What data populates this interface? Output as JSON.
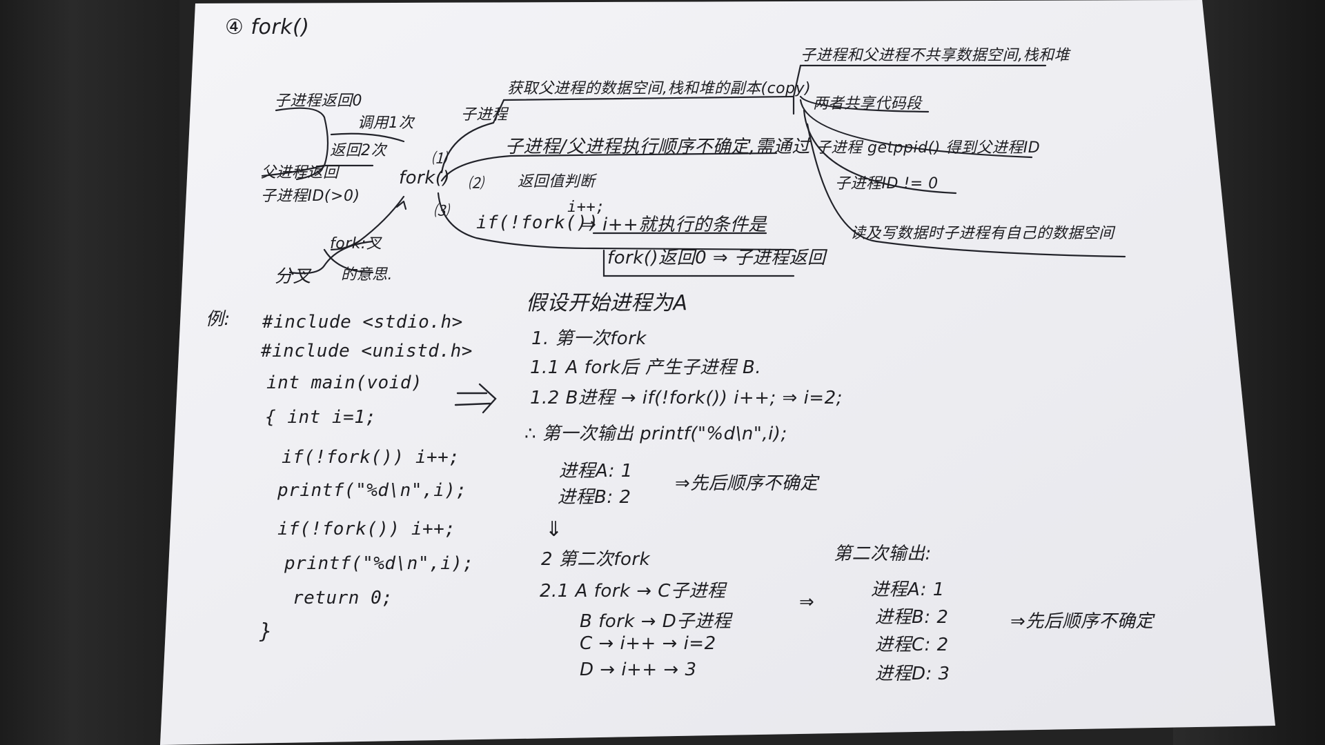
{
  "title": "④ fork()",
  "mindmap": {
    "center": "fork()",
    "left": {
      "child_return": "子进程返回0",
      "call_once": "调用1次",
      "return_twice": "返回2次",
      "parent_return": "父进程返回",
      "child_pid": "子进程ID(>0)",
      "fork_fork": "fork:叉",
      "branch": "分叉",
      "meaning": "的意思."
    },
    "right": {
      "n1": "⑴",
      "n2": "⑵",
      "n3": "⑶",
      "child_label": "子进程",
      "get_copy": "获取父进程的数据空间,栈和堆的副本(copy)",
      "order": "子进程/父进程执行顺序不确定,需通过",
      "return_check": "返回值判断",
      "ifnotfork": "if(!fork())",
      "ipp": "i++;",
      "ipp_arrow": "⇒ i++就执行的条件是",
      "fork_ret0": "fork()返回0 ⇒ 子进程返回",
      "no_share": "子进程和父进程不共享数据空间,栈和堆",
      "share_code": "两者共享代码段",
      "getppid": "子进程 getppid() 得到父进程ID",
      "pid_ne0": "子进程ID != 0",
      "read_write": "读及写数据时子进程有自己的数据空间"
    }
  },
  "example": {
    "label": "例:",
    "code": [
      "#include <stdio.h>",
      "#include <unistd.h>",
      "int main(void)",
      "{ int i=1;",
      "if(!fork()) i++;",
      "printf(\"%d\\n\",i);",
      "if(!fork()) i++;",
      "printf(\"%d\\n\",i);",
      "return 0;",
      "}"
    ],
    "arrow": "⇒"
  },
  "analysis": {
    "assume": "假设开始进程为A",
    "s1": "1. 第一次fork",
    "s11": "1.1 A fork后 产生子进程 B.",
    "s12": "1.2 B进程 → if(!fork()) i++; ⇒ i=2;",
    "s13": "∴ 第一次输出 printf(\"%d\\n\",i);",
    "pA": "进程A: 1",
    "pB": "进程B: 2",
    "unsure1": "⇒先后顺序不确定",
    "down": "⇓",
    "s2": "2 第二次fork",
    "s21": "2.1 A fork → C子进程",
    "s22": "B fork → D子进程",
    "s23": "C → i++ → i=2",
    "s24": "D → i++ → 3",
    "implies": "⇒",
    "out2": "第二次输出:",
    "oA": "进程A: 1",
    "oB": "进程B: 2",
    "oC": "进程C: 2",
    "oD": "进程D: 3",
    "unsure2": "⇒先后顺序不确定"
  },
  "colors": {
    "ink": "#1e1e22",
    "paper": "#f2f2f6",
    "desk": "#232323"
  }
}
